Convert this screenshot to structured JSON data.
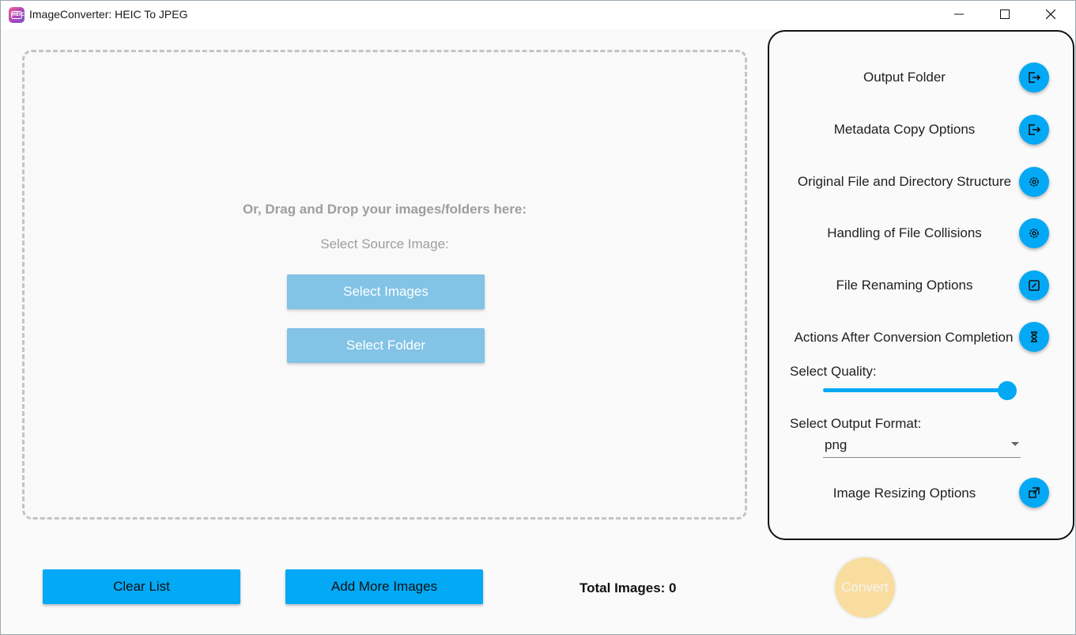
{
  "window": {
    "title": "ImageConverter: HEIC To JPEG",
    "app_icon_text": "HEIC"
  },
  "drop_zone": {
    "drag_hint": "Or, Drag and Drop your images/folders here:",
    "select_source_label": "Select Source Image:",
    "select_images_label": "Select Images",
    "select_folder_label": "Select Folder"
  },
  "settings": {
    "output_folder": {
      "label": "Output Folder",
      "icon": "exit-arrow-icon"
    },
    "metadata_copy": {
      "label": "Metadata Copy Options",
      "icon": "exit-arrow-icon"
    },
    "original_structure": {
      "label": "Original File and Directory Structure",
      "icon": "gear-icon"
    },
    "file_collisions": {
      "label": "Handling of File Collisions",
      "icon": "gear-icon"
    },
    "file_renaming": {
      "label": "File Renaming Options",
      "icon": "edit-icon"
    },
    "after_conversion": {
      "label": "Actions After Conversion Completion",
      "icon": "hourglass-icon"
    },
    "quality": {
      "label": "Select Quality:",
      "value_fraction": 0.97
    },
    "output_format": {
      "label": "Select Output Format:",
      "selected": "png"
    },
    "image_resizing": {
      "label": "Image Resizing Options",
      "icon": "resize-icon"
    }
  },
  "bottom_bar": {
    "clear_label": "Clear List",
    "add_more_label": "Add More Images",
    "total_images": "Total Images: 0",
    "convert_label": "Convert"
  },
  "colors": {
    "accent": "#03a9f4",
    "light_button": "#82c3e6",
    "convert_disabled": "#f9dd9f"
  }
}
